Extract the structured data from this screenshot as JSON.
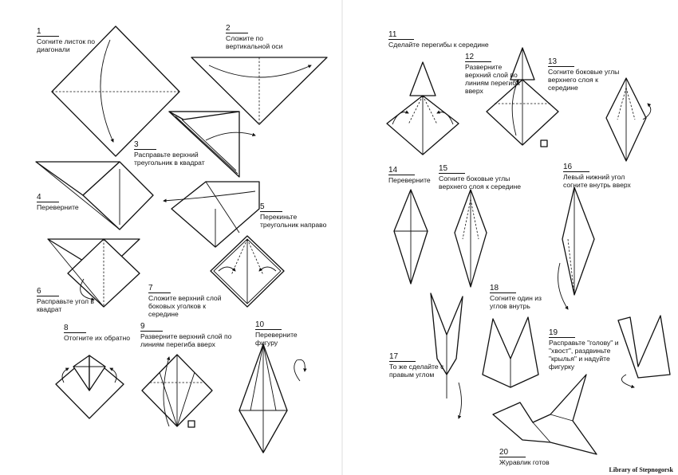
{
  "steps": [
    {
      "num": "1",
      "caption": "Согните листок по диагонали"
    },
    {
      "num": "2",
      "caption": "Сложите по вертикальной оси"
    },
    {
      "num": "3",
      "caption": "Расправьте верхний треугольник в квадрат"
    },
    {
      "num": "4",
      "caption": "Переверните"
    },
    {
      "num": "5",
      "caption": "Перекиньте треугольник направо"
    },
    {
      "num": "6",
      "caption": "Расправьте угол в квадрат"
    },
    {
      "num": "7",
      "caption": "Сложите верхний слой боковых уголков к середине"
    },
    {
      "num": "8",
      "caption": "Отогните их обратно"
    },
    {
      "num": "9",
      "caption": "Разверните верхний слой по линиям перегиба вверх"
    },
    {
      "num": "10",
      "caption": "Переверните фигуру"
    },
    {
      "num": "11",
      "caption": "Сделайте перегибы к середине"
    },
    {
      "num": "12",
      "caption": "Разверните верхний слой по линиям перегиба вверх"
    },
    {
      "num": "13",
      "caption": "Согните боковые углы верхнего слоя к середине"
    },
    {
      "num": "14",
      "caption": "Переверните"
    },
    {
      "num": "15",
      "caption": "Согните боковые углы верхнего слоя к середине"
    },
    {
      "num": "16",
      "caption": "Левый нижний угол согните внутрь вверх"
    },
    {
      "num": "17",
      "caption": "То же сделайте с правым углом"
    },
    {
      "num": "18",
      "caption": "Согните один из углов внутрь"
    },
    {
      "num": "19",
      "caption": "Расправьте \"голову\" и \"хвост\", раздвиньте \"крылья\" и надуйте фигурку"
    },
    {
      "num": "20",
      "caption": "Журавлик готов"
    }
  ],
  "credit": "Library of Stepnogorsk"
}
